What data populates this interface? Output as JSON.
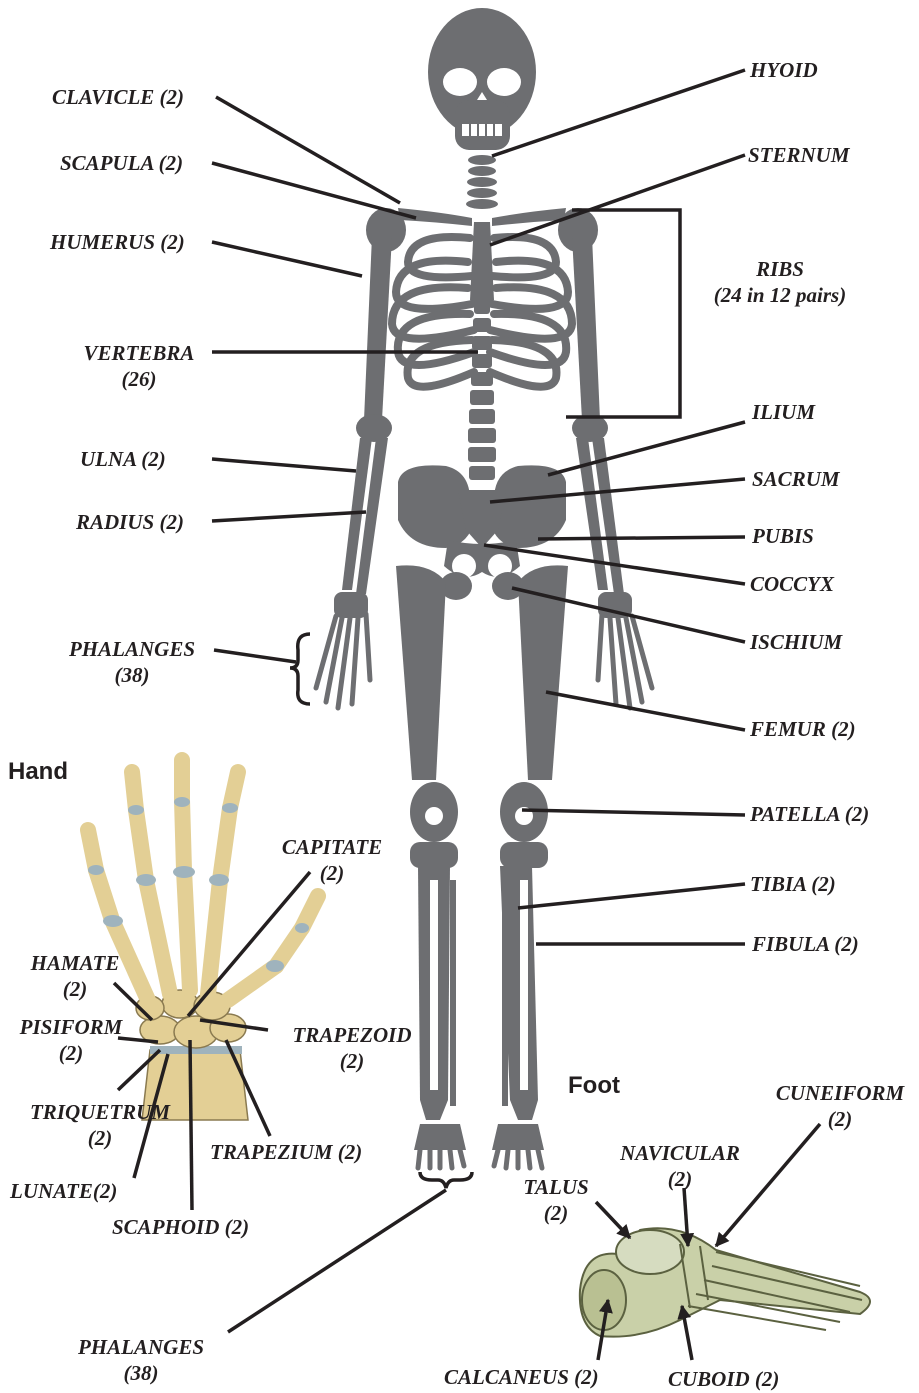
{
  "colors": {
    "bone": "#6d6e71",
    "leader": "#231f20",
    "hand_bone": "#e3cf95",
    "cartilage": "#9fb3bd",
    "foot_bone": "#c9d0a8"
  },
  "icons": {
    "skeleton": "human-skeleton-figure",
    "hand": "hand-bones-illustration",
    "foot": "foot-bones-illustration"
  },
  "labels": {
    "clavicle": "CLAVICLE (2)",
    "scapula": "SCAPULA (2)",
    "humerus": "HUMERUS (2)",
    "vertebra_1": "VERTEBRA",
    "vertebra_2": "(26)",
    "ulna": "ULNA (2)",
    "radius": "RADIUS (2)",
    "phalanges_hand_1": "PHALANGES",
    "phalanges_hand_2": "(38)",
    "hyoid": "HYOID",
    "sternum": "STERNUM",
    "ribs_1": "RIBS",
    "ribs_2": "(24 in 12 pairs)",
    "ilium": "ILIUM",
    "sacrum": "SACRUM",
    "pubis": "PUBIS",
    "coccyx": "COCCYX",
    "ischium": "ISCHIUM",
    "femur": "FEMUR (2)",
    "patella": "PATELLA (2)",
    "tibia": "TIBIA (2)",
    "fibula": "FIBULA (2)",
    "phalanges_foot_1": "PHALANGES",
    "phalanges_foot_2": "(38)"
  },
  "hand": {
    "title": "Hand",
    "capitate_1": "CAPITATE",
    "capitate_2": "(2)",
    "hamate_1": "HAMATE",
    "hamate_2": "(2)",
    "pisiform_1": "PISIFORM",
    "pisiform_2": "(2)",
    "trapezoid_1": "TRAPEZOID",
    "trapezoid_2": "(2)",
    "triquetrum_1": "TRIQUETRUM",
    "triquetrum_2": "(2)",
    "trapezium": "TRAPEZIUM (2)",
    "lunate": "LUNATE(2)",
    "scaphoid": "SCAPHOID (2)"
  },
  "foot": {
    "title": "Foot",
    "cuneiform_1": "CUNEIFORM",
    "cuneiform_2": "(2)",
    "navicular_1": "NAVICULAR",
    "navicular_2": "(2)",
    "talus_1": "TALUS",
    "talus_2": "(2)",
    "calcaneus": "CALCANEUS (2)",
    "cuboid": "CUBOID (2)"
  }
}
